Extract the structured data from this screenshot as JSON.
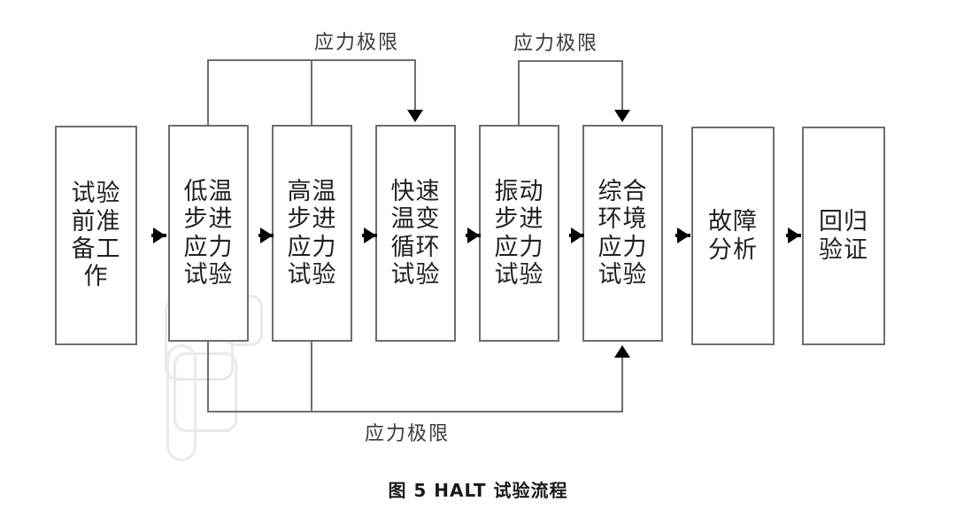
{
  "figure": {
    "caption": "图 5    HALT 试验流程",
    "caption_number": "图 5",
    "caption_title": "HALT 试验流程"
  },
  "nodes": [
    {
      "id": "prep",
      "label": "试验\n前准\n备工\n作"
    },
    {
      "id": "cold-step",
      "label": "低温\n步进\n应力\n试验"
    },
    {
      "id": "hot-step",
      "label": "高温\n步进\n应力\n试验"
    },
    {
      "id": "temp-cycle",
      "label": "快速\n温变\n循环\n试验"
    },
    {
      "id": "vibration",
      "label": "振动\n步进\n应力\n试验"
    },
    {
      "id": "combined",
      "label": "综合\n环境\n应力\n试验"
    },
    {
      "id": "fault",
      "label": "故障\n分析"
    },
    {
      "id": "regression",
      "label": "回归\n验证"
    }
  ],
  "loops": [
    {
      "id": "loop-top-left",
      "label": "应力极限"
    },
    {
      "id": "loop-top-right",
      "label": "应力极限"
    },
    {
      "id": "loop-bottom",
      "label": "应力极限"
    }
  ],
  "colors": {
    "box_border": "#6e6e6e",
    "connector": "#6e6e6e",
    "arrow": "#000000",
    "text": "#231f20",
    "background": "#ffffff",
    "watermark": "#e9e9e9"
  }
}
